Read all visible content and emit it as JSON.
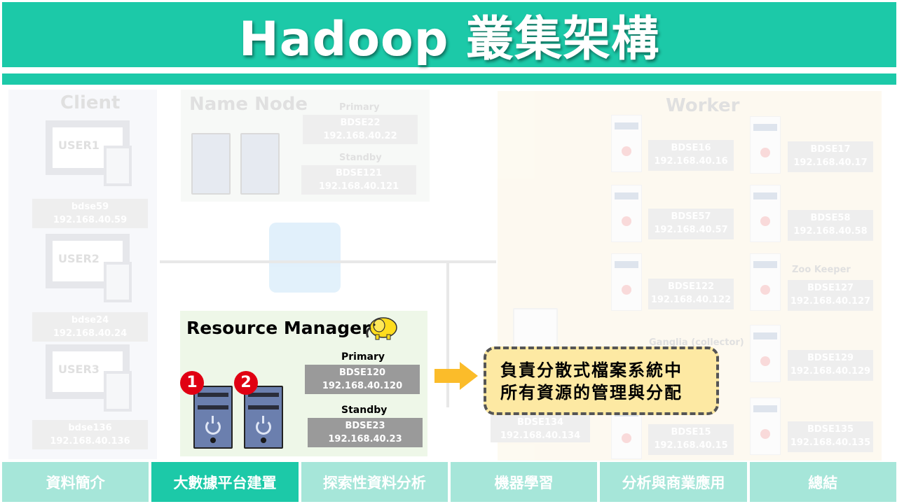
{
  "title": "Hadoop 叢集架構",
  "background": {
    "client_title": "Client",
    "users": [
      {
        "label": "USER1",
        "host": "bdse59",
        "ip": "192.168.40.59"
      },
      {
        "label": "USER2",
        "host": "bdse24",
        "ip": "192.168.40.24"
      },
      {
        "label": "USER3",
        "host": "bdse136",
        "ip": "192.168.40.136"
      }
    ],
    "namenode_title": "Name Node",
    "namenode": {
      "primary_label": "Primary",
      "primary_host": "BDSE22",
      "primary_ip": "192.168.40.22",
      "standby_label": "Standby",
      "standby_host": "BDSE121",
      "standby_ip": "192.168.40.121"
    },
    "worker_title": "Worker",
    "zookeeper_label": "Zoo Keeper",
    "ganglia_label": "Ganglia (collector)",
    "extra_host": "BDSE134",
    "extra_ip": "192.168.40.134",
    "workers": [
      {
        "host": "BDSE16",
        "ip": "192.168.40.16"
      },
      {
        "host": "BDSE17",
        "ip": "192.168.40.17"
      },
      {
        "host": "BDSE57",
        "ip": "192.168.40.57"
      },
      {
        "host": "BDSE58",
        "ip": "192.168.40.58"
      },
      {
        "host": "BDSE122",
        "ip": "192.168.40.122"
      },
      {
        "host": "BDSE127",
        "ip": "192.168.40.127"
      },
      {
        "host": "BDSE129",
        "ip": "192.168.40.129"
      },
      {
        "host": "BDSE15",
        "ip": "192.168.40.15"
      },
      {
        "host": "BDSE135",
        "ip": "192.168.40.135"
      }
    ]
  },
  "resource_manager": {
    "title": "Resource Manager",
    "badge1": "1",
    "badge2": "2",
    "primary_label": "Primary",
    "primary_host": "BDSE120",
    "primary_ip": "192.168.40.120",
    "standby_label": "Standby",
    "standby_host": "BDSE23",
    "standby_ip": "192.168.40.23"
  },
  "callout": {
    "line1": "負責分散式檔案系統中",
    "line2": "所有資源的管理與分配"
  },
  "nav": [
    "資料簡介",
    "大數據平台建置",
    "探索性資料分析",
    "機器學習",
    "分析與商業應用",
    "總結"
  ],
  "colors": {
    "accent": "#1cc9a8",
    "nav_inactive": "#a6e6d9",
    "callout": "#fde9a3",
    "badge": "#e00012"
  }
}
